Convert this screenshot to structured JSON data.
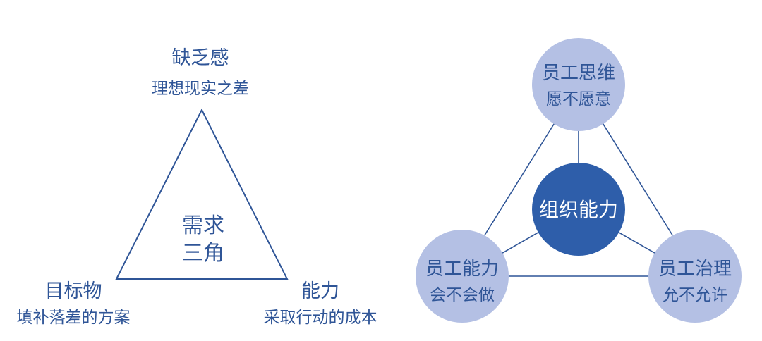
{
  "colors": {
    "line": "#2F5597",
    "text": "#2F5597",
    "node_fill": "#B4C0E4",
    "core_fill": "#2E5EAA",
    "core_text": "#FFFFFF"
  },
  "left_diagram": {
    "top": {
      "title": "缺乏感",
      "subtitle": "理想现实之差"
    },
    "bottom_left": {
      "title": "目标物",
      "subtitle": "填补落差的方案"
    },
    "bottom_right": {
      "title": "能力",
      "subtitle": "采取行动的成本"
    },
    "center": {
      "line1": "需求",
      "line2": "三角"
    }
  },
  "right_diagram": {
    "core": {
      "title": "组织能力"
    },
    "top": {
      "title": "员工思维",
      "subtitle": "愿不愿意"
    },
    "left": {
      "title": "员工能力",
      "subtitle": "会不会做"
    },
    "right": {
      "title": "员工治理",
      "subtitle": "允不允许"
    }
  }
}
